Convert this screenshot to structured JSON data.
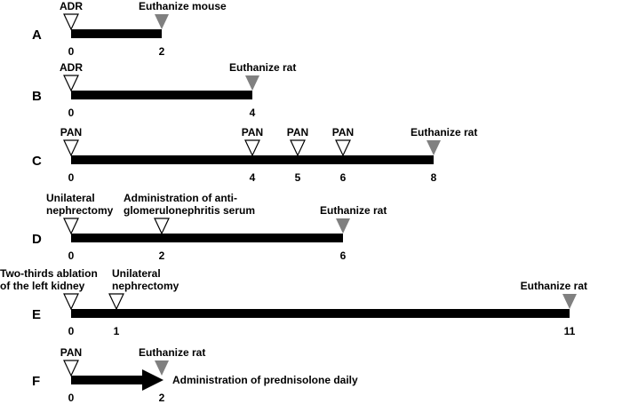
{
  "rows": [
    {
      "label": "A",
      "bar_end": 2,
      "ticks": [
        "0",
        "2"
      ],
      "events": [
        {
          "day": 0,
          "kind": "open",
          "text": [
            "ADR"
          ]
        },
        {
          "day": 2,
          "kind": "filled",
          "text": [
            "Euthanize mouse"
          ]
        }
      ]
    },
    {
      "label": "B",
      "bar_end": 4,
      "ticks": [
        "0",
        "4"
      ],
      "events": [
        {
          "day": 0,
          "kind": "open",
          "text": [
            "ADR"
          ]
        },
        {
          "day": 4,
          "kind": "filled",
          "text": [
            "Euthanize rat"
          ]
        }
      ]
    },
    {
      "label": "C",
      "bar_end": 8,
      "ticks": [
        "0",
        "4",
        "5",
        "6",
        "8"
      ],
      "events": [
        {
          "day": 0,
          "kind": "open",
          "text": [
            "PAN"
          ]
        },
        {
          "day": 4,
          "kind": "open",
          "text": [
            "PAN"
          ]
        },
        {
          "day": 5,
          "kind": "open",
          "text": [
            "PAN"
          ]
        },
        {
          "day": 6,
          "kind": "open",
          "text": [
            "PAN"
          ]
        },
        {
          "day": 8,
          "kind": "filled",
          "text": [
            "Euthanize rat"
          ]
        }
      ]
    },
    {
      "label": "D",
      "bar_end": 6,
      "ticks": [
        "0",
        "2",
        "6"
      ],
      "events": [
        {
          "day": 0,
          "kind": "open",
          "text": [
            "Unilateral",
            "nephrectomy"
          ]
        },
        {
          "day": 2,
          "kind": "open",
          "text": [
            "Administration of  anti-",
            "glomerulonephritis serum"
          ]
        },
        {
          "day": 6,
          "kind": "filled",
          "text": [
            "Euthanize rat"
          ]
        }
      ]
    },
    {
      "label": "E",
      "bar_end": 11,
      "ticks": [
        "0",
        "1",
        "11"
      ],
      "events": [
        {
          "day": 0,
          "kind": "open",
          "text": [
            "Two-thirds ablation",
            "of the left kidney"
          ]
        },
        {
          "day": 1,
          "kind": "open",
          "text": [
            "Unilateral",
            "nephrectomy"
          ]
        },
        {
          "day": 11,
          "kind": "filled",
          "text": [
            "Euthanize rat"
          ]
        }
      ]
    },
    {
      "label": "F",
      "bar_end": 2,
      "arrow": true,
      "ticks": [
        "0",
        "2"
      ],
      "events": [
        {
          "day": 0,
          "kind": "open",
          "text": [
            "PAN"
          ]
        },
        {
          "day": 2,
          "kind": "filled",
          "text": [
            "Euthanize rat"
          ]
        }
      ],
      "note": "Administration of prednisolone daily"
    }
  ],
  "colors": {
    "bar": "#000000",
    "filled_marker": "#808080",
    "open_marker": "#ffffff"
  }
}
